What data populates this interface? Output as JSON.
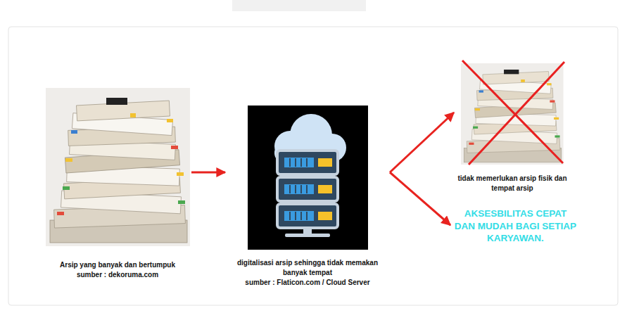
{
  "diagram": {
    "nodes": [
      {
        "text": [
          "Arsip yang banyak dan bertumpuk",
          "sumber : dekoruma.com"
        ]
      },
      {
        "text": [
          "digitalisasi arsip sehingga tidak memakan banyak tempat",
          "sumber : Flaticon.com / Cloud Server"
        ]
      },
      {
        "text": [
          "tidak memerlukan arsip fisik dan tempat arsip"
        ]
      },
      {
        "text": [
          "AKSESBILITAS CEPAT DAN MUDAH BAGI SETIAP KARYAWAN."
        ]
      }
    ],
    "edges": [
      {
        "from": 0,
        "to": 1,
        "arrow": "to"
      },
      {
        "from": 1,
        "to": 2,
        "arrow": "to"
      },
      {
        "from": 1,
        "to": 3,
        "arrow": "to"
      }
    ]
  }
}
